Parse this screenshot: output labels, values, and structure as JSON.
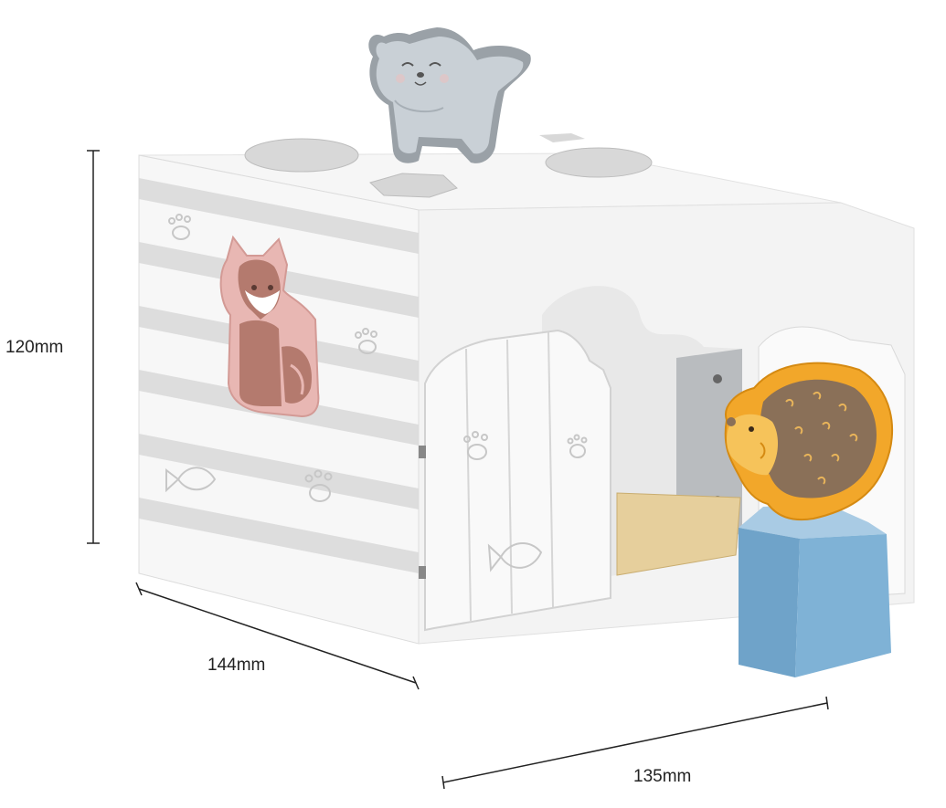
{
  "dimensions": {
    "height": "120mm",
    "depth": "144mm",
    "width": "135mm"
  },
  "colors": {
    "cube_white": "#f4f4f4",
    "stripe_gray": "#dcdcdc",
    "fox_pink": "#e8b7b3",
    "fox_brown": "#b47a6e",
    "bear_gray": "#bcc3c9",
    "hedgehog_orange": "#f2a72a",
    "block_blue": "#7fb2d6",
    "floor_wood": "#e6cf9c",
    "dimension_line": "#222222"
  },
  "icons": [
    "bear-figure-icon",
    "fox-figure-icon",
    "hedgehog-figure-icon",
    "hexagon-block-icon",
    "paw-print-icon",
    "fish-icon"
  ]
}
